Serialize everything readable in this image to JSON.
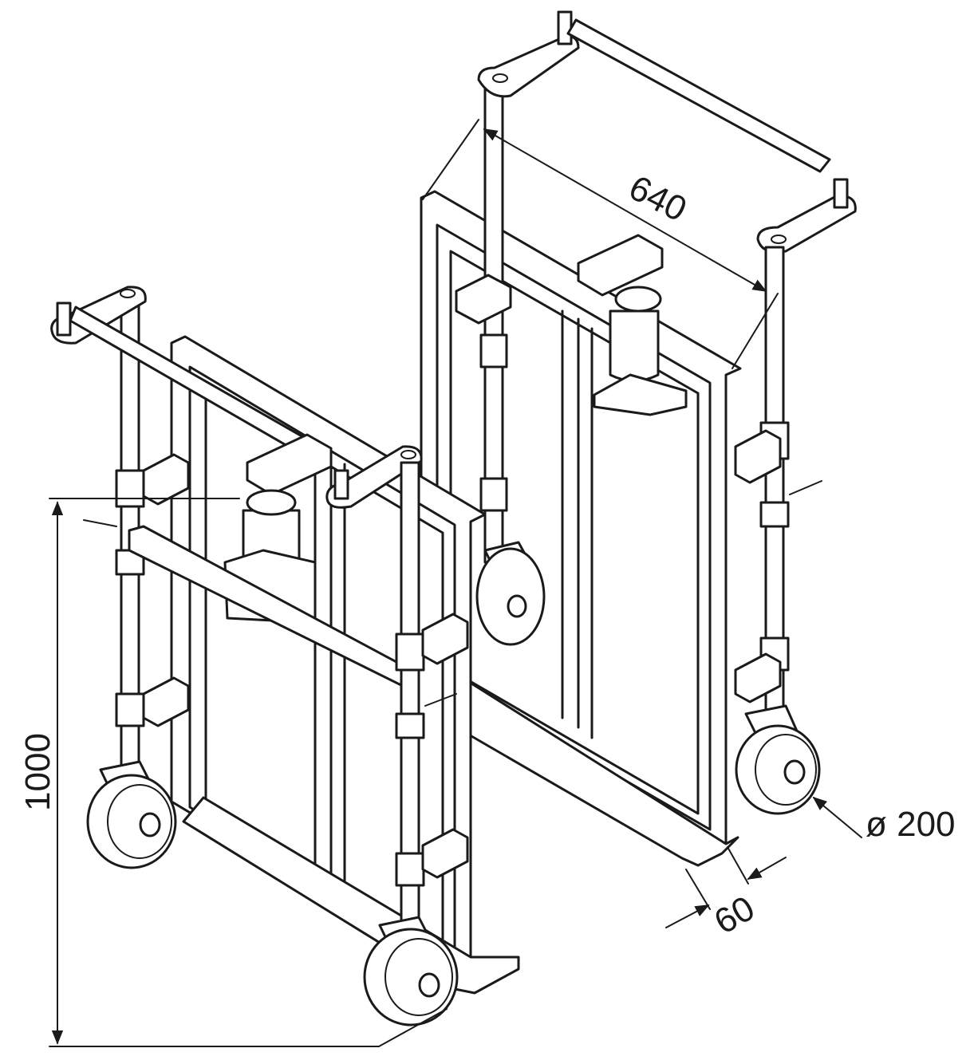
{
  "dimensions": {
    "width_label": "640",
    "height_label": "1000",
    "wheel_label": "ø 200",
    "plate_label": "60"
  },
  "colors": {
    "line": "#1a1a1a",
    "background": "#ffffff"
  }
}
